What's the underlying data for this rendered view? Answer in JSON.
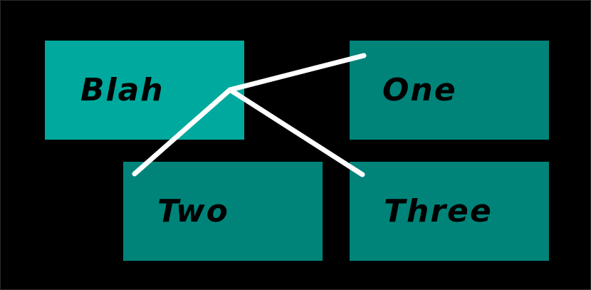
{
  "colors": {
    "background": "#000000",
    "root_card": "#00a99d",
    "child_card": "#00847a",
    "connector": "#ffffff",
    "text": "#000000"
  },
  "nodes": {
    "root": {
      "label": "Blah"
    },
    "one": {
      "label": "One"
    },
    "two": {
      "label": "Two"
    },
    "three": {
      "label": "Three"
    }
  }
}
